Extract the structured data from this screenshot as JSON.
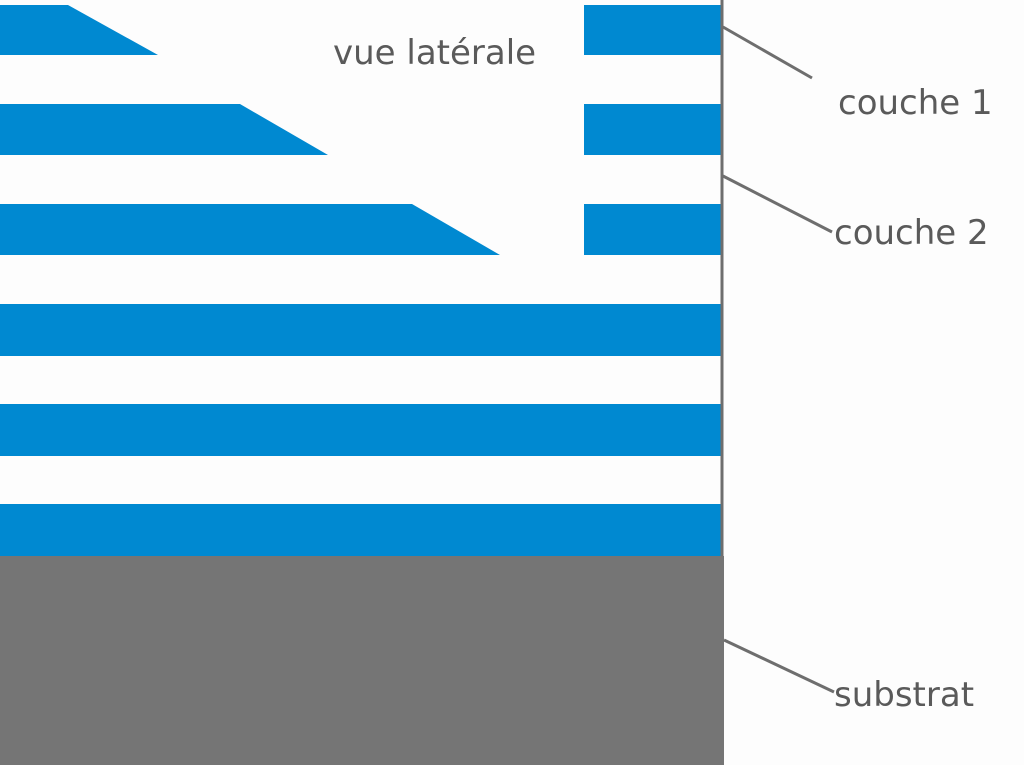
{
  "diagram": {
    "view_label": "vue latérale",
    "labels": {
      "layer1": "couche 1",
      "layer2": "couche 2",
      "substrate": "substrat"
    },
    "colors": {
      "layer": "#0089d1",
      "substrate": "#757575",
      "leader": "#6e6e6e",
      "text": "#5a5a5a",
      "background": "#fdfdfd"
    }
  }
}
